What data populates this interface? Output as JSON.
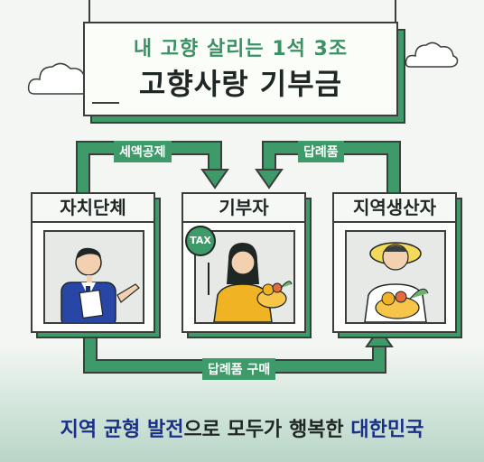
{
  "title": {
    "line1": "내 고향 살리는 1석 3조",
    "line2": "고향사랑 기부금"
  },
  "flow": {
    "top_left_label": "세액공제",
    "top_right_label": "답례품",
    "bottom_label": "답례품 구매"
  },
  "cards": [
    {
      "label": "자치단체"
    },
    {
      "label": "기부자",
      "tax_sign": "TAX"
    },
    {
      "label": "지역생산자"
    }
  ],
  "footer": {
    "part1": "지역 균형 발전",
    "part2": "으로 모두가 행복한 ",
    "part3": "대한민국"
  },
  "colors": {
    "accent_green": "#3f9a6a",
    "outline": "#3a3f3b",
    "navy": "#1b2f86",
    "background": "#f4f6f3"
  }
}
